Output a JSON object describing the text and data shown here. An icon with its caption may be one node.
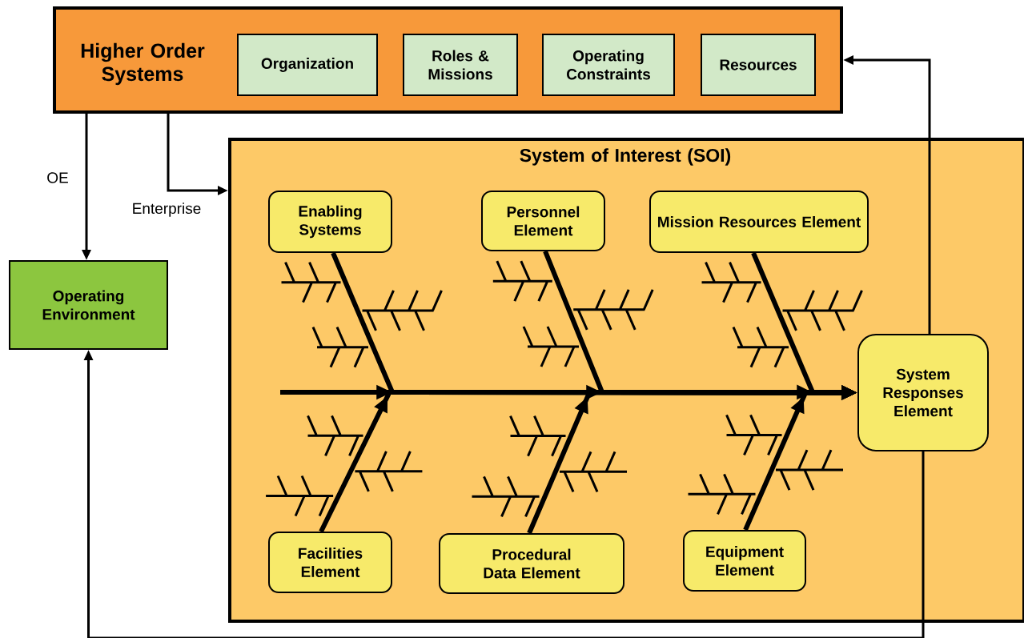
{
  "diagram": {
    "nodes": [
      {
        "text": [
          "Higher Order Systems"
        ]
      },
      {
        "text": [
          "Organization"
        ],
        "in": 0
      },
      {
        "text": [
          "Roles & Missions"
        ],
        "in": 0
      },
      {
        "text": [
          "Operating Constraints"
        ],
        "in": 0
      },
      {
        "text": [
          "Resources"
        ],
        "in": 0
      },
      {
        "text": [
          "Operating Environment"
        ]
      },
      {
        "text": [
          "System of Interest (SOI)"
        ]
      },
      {
        "text": [
          "Enabling Systems"
        ],
        "in": 6
      },
      {
        "text": [
          "Personnel Element"
        ],
        "in": 6
      },
      {
        "text": [
          "Mission Resources Element"
        ],
        "in": 6
      },
      {
        "text": [
          "System Responses Element"
        ],
        "in": 6
      },
      {
        "text": [
          "Facilities Element"
        ],
        "in": 6
      },
      {
        "text": [
          "Procedural Data Element"
        ],
        "in": 6
      },
      {
        "text": [
          "Equipment Element"
        ],
        "in": 6
      }
    ],
    "edges": [
      {
        "from": 0,
        "to": 5,
        "arrow": "to",
        "label": "OE"
      },
      {
        "from": 0,
        "to": 6,
        "arrow": "to",
        "label": "Enterprise"
      },
      {
        "from": 10,
        "to": 0,
        "arrow": "to"
      },
      {
        "from": 10,
        "to": 5,
        "arrow": "to"
      },
      {
        "from": 7,
        "to": 10,
        "arrow": "to"
      },
      {
        "from": 8,
        "to": 10,
        "arrow": "to"
      },
      {
        "from": 9,
        "to": 10,
        "arrow": "to"
      },
      {
        "from": 11,
        "to": 10,
        "arrow": "to"
      },
      {
        "from": 12,
        "to": 10,
        "arrow": "to"
      },
      {
        "from": 13,
        "to": 10,
        "arrow": "to"
      },
      {
        "from": null,
        "to": 10,
        "arrow": "to"
      }
    ]
  }
}
